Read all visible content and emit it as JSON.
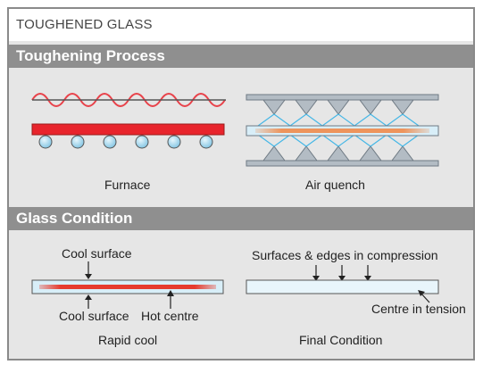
{
  "header": {
    "title": "TOUGHENED GLASS"
  },
  "sections": [
    {
      "heading": "Toughening Process"
    },
    {
      "heading": "Glass Condition"
    }
  ],
  "process": {
    "furnace_label": "Furnace",
    "quench_label": "Air quench"
  },
  "condition": {
    "rapid": {
      "cool_surface_top": "Cool surface",
      "cool_surface_bottom": "Cool surface",
      "hot_centre": "Hot centre",
      "caption": "Rapid cool"
    },
    "final": {
      "compression_label": "Surfaces & edges in compression",
      "tension_label": "Centre in tension",
      "caption": "Final Condition"
    }
  },
  "colors": {
    "heat_wave": "#e8424a",
    "furnace_bed": "#e8242c",
    "roller": "#a7d9ef",
    "glass": "#d8eef8",
    "hot_core": "#f08a4b",
    "quench_frame": "#9aa6b0",
    "air_jet": "#46b7e6"
  }
}
